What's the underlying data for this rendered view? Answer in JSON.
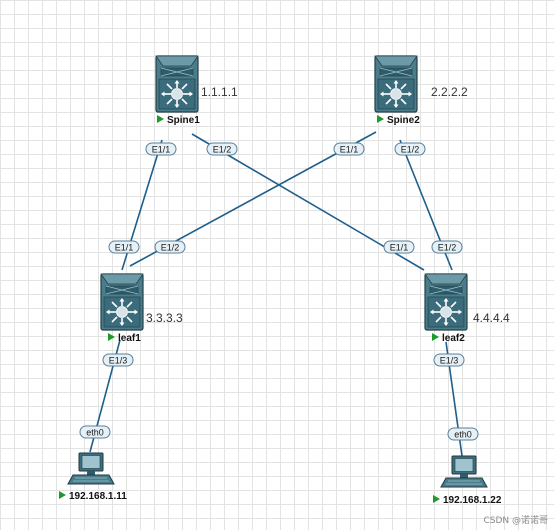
{
  "nodes": {
    "spine1": {
      "name": "Spine1",
      "loopback": "1.1.1.1",
      "icon": "nexus-switch-icon"
    },
    "spine2": {
      "name": "Spine2",
      "loopback": "2.2.2.2",
      "icon": "nexus-switch-icon"
    },
    "leaf1": {
      "name": "leaf1",
      "loopback": "3.3.3.3",
      "icon": "nexus-switch-icon"
    },
    "leaf2": {
      "name": "leaf2",
      "loopback": "4.4.4.4",
      "icon": "nexus-switch-icon"
    },
    "host1": {
      "name": "192.168.1.11",
      "icon": "pc-icon"
    },
    "host2": {
      "name": "192.168.1.22",
      "icon": "pc-icon"
    }
  },
  "links": [
    {
      "from": "spine1",
      "from_port": "E1/1",
      "to": "leaf1",
      "to_port": "E1/1"
    },
    {
      "from": "spine1",
      "from_port": "E1/2",
      "to": "leaf2",
      "to_port": "E1/1"
    },
    {
      "from": "spine2",
      "from_port": "E1/1",
      "to": "leaf1",
      "to_port": "E1/2"
    },
    {
      "from": "spine2",
      "from_port": "E1/2",
      "to": "leaf2",
      "to_port": "E1/2"
    },
    {
      "from": "leaf1",
      "from_port": "E1/3",
      "to": "host1",
      "to_port": "eth0"
    },
    {
      "from": "leaf2",
      "from_port": "E1/3",
      "to": "host2",
      "to_port": "eth0"
    }
  ],
  "watermark": "CSDN @诺诺哥",
  "colors": {
    "link": "#1f5f8b",
    "device_body": "#4a7d8c",
    "device_dark": "#2f5c6a",
    "status_arrow": "#1f9a2a",
    "port_fill": "#e6f0f7",
    "port_stroke": "#5a7f99"
  }
}
